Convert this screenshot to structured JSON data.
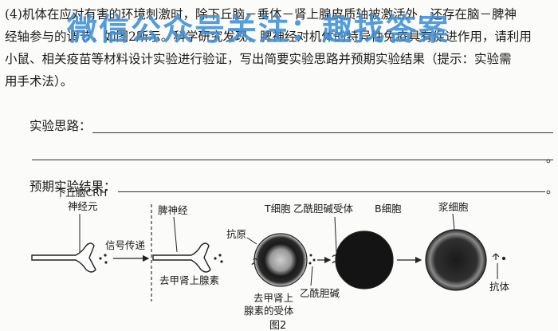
{
  "question": {
    "lines": [
      "(4)机体在应对有害的环境刺激时，除下丘脑－垂体－肾上腺皮质轴被激活外，还存在脑－脾神",
      "经轴参与的调节，如图2所示。科学研究发现，脾神经对机体的特异性免疫具有促进作用，请利用",
      "小鼠、相关疫苗等材料设计实验进行验证，写出简要实验思路并预期实验结果（提示：实验需",
      "用手术法）。"
    ]
  },
  "watermark": "微信公众号关注：趣找答案",
  "answers": {
    "idea_label": "实验思路：",
    "result_label": "预期实验结果：",
    "end_mark": "。"
  },
  "figure": {
    "caption": "图2",
    "labels": {
      "hypothalamus": "下丘脑CRH",
      "neuron": "神经元",
      "signal": "信号传递",
      "splenic_nerve": "脾神经",
      "norepinephrine": "去甲肾上腺素",
      "antigen": "抗原",
      "t_cell": "T细胞",
      "ach_receptor": "乙酰胆碱受体",
      "b_cell": "B细胞",
      "plasma_cell": "浆细胞",
      "ne_receptor_1": "去甲肾上",
      "ne_receptor_2": "腺素的受体",
      "acetylcholine": "乙酰胆碱",
      "antibody": "抗体"
    }
  }
}
